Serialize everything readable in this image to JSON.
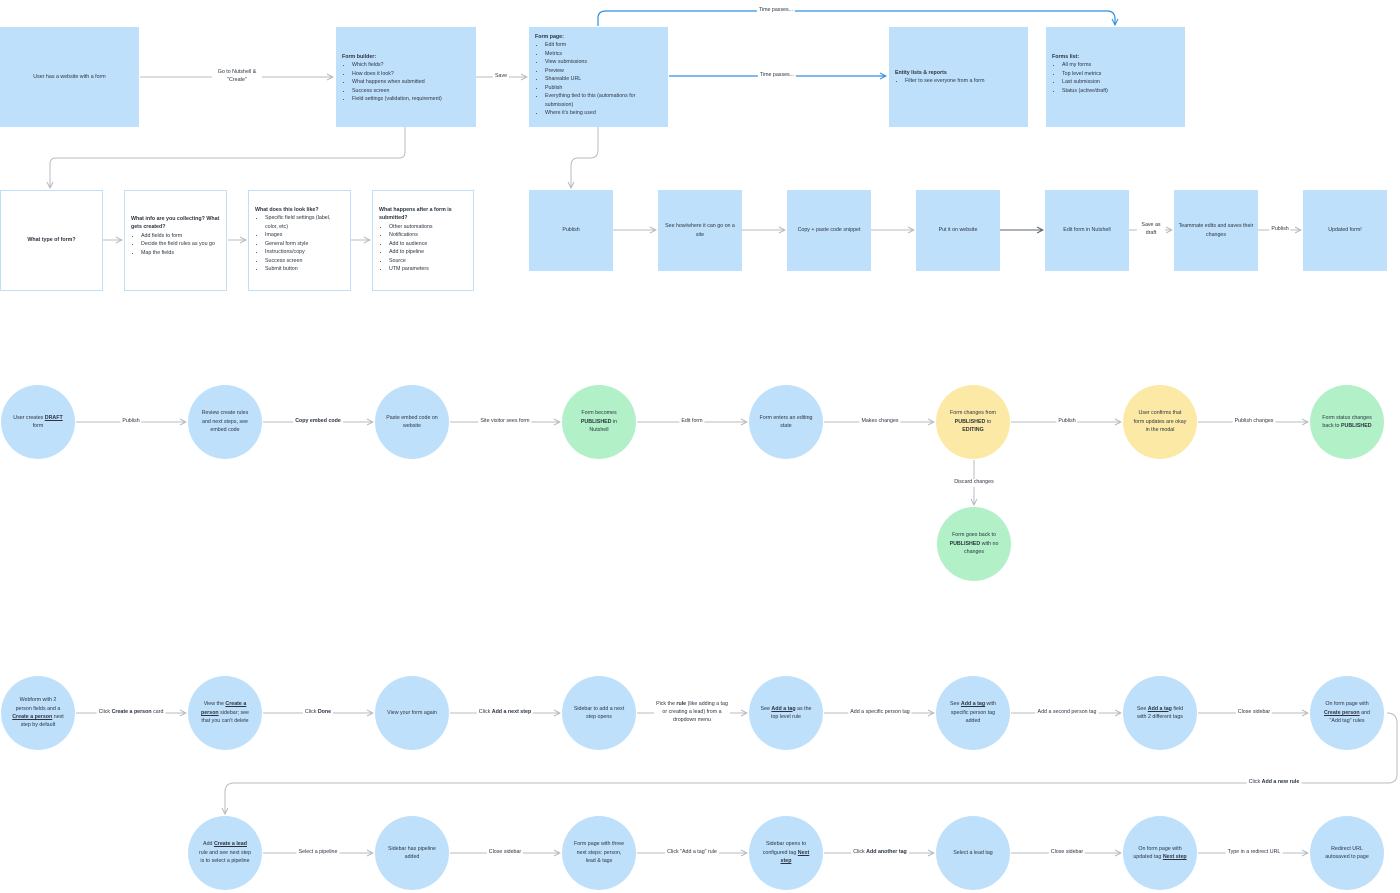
{
  "top_row": {
    "user_has_website": "User has a website with a form",
    "go_to_nutshell": "Go to Nutshell & \"Create\"",
    "form_builder": {
      "title": "Form builder:",
      "items": [
        "Which fields?",
        "How does it look?",
        "What happens when submitted",
        "Success screen",
        "Field settings (validation, requirement)"
      ]
    },
    "save": "Save",
    "form_page": {
      "title": "Form page:",
      "items": [
        "Edit form",
        "Metrics",
        "View submissions",
        "Preview",
        "Shareable URL",
        "Publish",
        "Everything tied to this (automations for submission)",
        "Where it's being used"
      ]
    },
    "time_passes_1": "Time passes...",
    "time_passes_2": "Time passes...",
    "entity_lists": {
      "title": "Entity lists & reports",
      "items": [
        "Filter to see everyone from a form"
      ]
    },
    "forms_list": {
      "title": "Forms list:",
      "items": [
        "All my forms",
        "Top level metrics",
        "Last submission",
        "Status (active/draft)"
      ]
    }
  },
  "builder_row": {
    "what_type": "What type of form?",
    "collecting": {
      "title": "What info are you collecting? What gets created?",
      "items": [
        "Add fields to form",
        "Decide the field rules as you go",
        "Map the fields"
      ]
    },
    "look_like": {
      "title": "What does this look like?",
      "items": [
        "Specific field settings (label, color, etc)",
        "Images",
        "General form style",
        "Instructions/copy",
        "Success screen",
        "Submit button"
      ]
    },
    "after_submit": {
      "title": "What happens after a form is submitted?",
      "items": [
        "Other automations",
        "Notifications",
        "Add to audience",
        "Add to pipeline",
        "Source",
        "UTM parameters"
      ]
    }
  },
  "publish_row": {
    "publish": "Publish",
    "see_how": "See how/where it can go on a site",
    "copy_paste": "Copy + paste code snippet",
    "put_on_site": "Put it on website",
    "edit_form": "Edit form in Nutshell",
    "save_draft": "Save as draft",
    "teammate": "Teammate edits and saves their changes",
    "publish_label": "Publish",
    "updated_form": "Updated form!"
  },
  "state_row": {
    "c1": [
      "User creates ",
      "DRAFT",
      " form"
    ],
    "l1": "Publish",
    "c2": "Review create rules and next steps, see embed code",
    "l2": "Copy embed code",
    "c3": "Paste embed code on website",
    "l3": "Site visitor sees form",
    "c4": [
      "Form becomes ",
      "PUBLISHED",
      " in Nutshell"
    ],
    "l4": "Edit form",
    "c5": "Form enters an editing state",
    "l5": "Makes changes",
    "c6": [
      "Form changes from ",
      "PUBLISHED",
      " to ",
      "EDITING"
    ],
    "l6": "Publish",
    "c7": "User confirms that form updates are okay in the modal",
    "l7": "Publish changes",
    "c8": [
      "Form status changes back to ",
      "PUBLISHED"
    ],
    "discard": "Discard changes",
    "c9": [
      "Form goes back to ",
      "PUBLISHED",
      " with no changes"
    ]
  },
  "person_row": {
    "c1": [
      "Webform with 2 person fields and a ",
      "Create a person",
      " next step by default"
    ],
    "l1": [
      "Click ",
      "Create a person",
      " card"
    ],
    "c2": [
      "View the ",
      "Create a person",
      " sidebar; see that you can't delete"
    ],
    "l2": [
      "Click ",
      "Done"
    ],
    "c3": "View your form again",
    "l3": [
      "Click ",
      "Add a next step"
    ],
    "c4": "Sidebar to add a next step opens",
    "l4": [
      "Pick the ",
      "rule",
      " (like adding a tag or creating a lead) from a dropdown menu"
    ],
    "c5": [
      "See ",
      "Add a tag",
      " as the top level rule"
    ],
    "l5": "Add a specific person tag",
    "c6": [
      "See ",
      "Add a tag",
      " with specific person tag added"
    ],
    "l6": "Add a second person tag",
    "c7": [
      "See ",
      "Add a tag",
      " field with 2 different tags"
    ],
    "l7": "Close sidebar",
    "c8": [
      "On form page with ",
      "Create person",
      " and \"Add tag\" rules"
    ],
    "new_rule": [
      "Click ",
      "Add a new rule"
    ]
  },
  "lead_row": {
    "c1": [
      "Add ",
      "Create a lead",
      " rule and see next step is to select a pipeline"
    ],
    "l1": "Select a pipeline",
    "c2": "Sidebar has pipeline added",
    "l2": "Close sidebar",
    "c3": "Form page with three next steps: person, lead & tags",
    "l3": "Click \"Add a tag\" rule",
    "c4": [
      "Sidebar opens to configured tag ",
      "Next step"
    ],
    "l4": [
      "Click ",
      "Add another tag"
    ],
    "c5": "Select a lead tag",
    "l5": "Close sidebar",
    "c6": [
      "On form page with updated tag ",
      "Next step"
    ],
    "l6": "Type in a redirect URL",
    "c7": "Redirect URL autosaved to page"
  },
  "colors": {
    "blue": "#bfe0fb",
    "green": "#b2f0c8",
    "yellow": "#fde9a6",
    "accent_arrow": "#2f8fe0",
    "grey_arrow": "#b7bcc3"
  }
}
